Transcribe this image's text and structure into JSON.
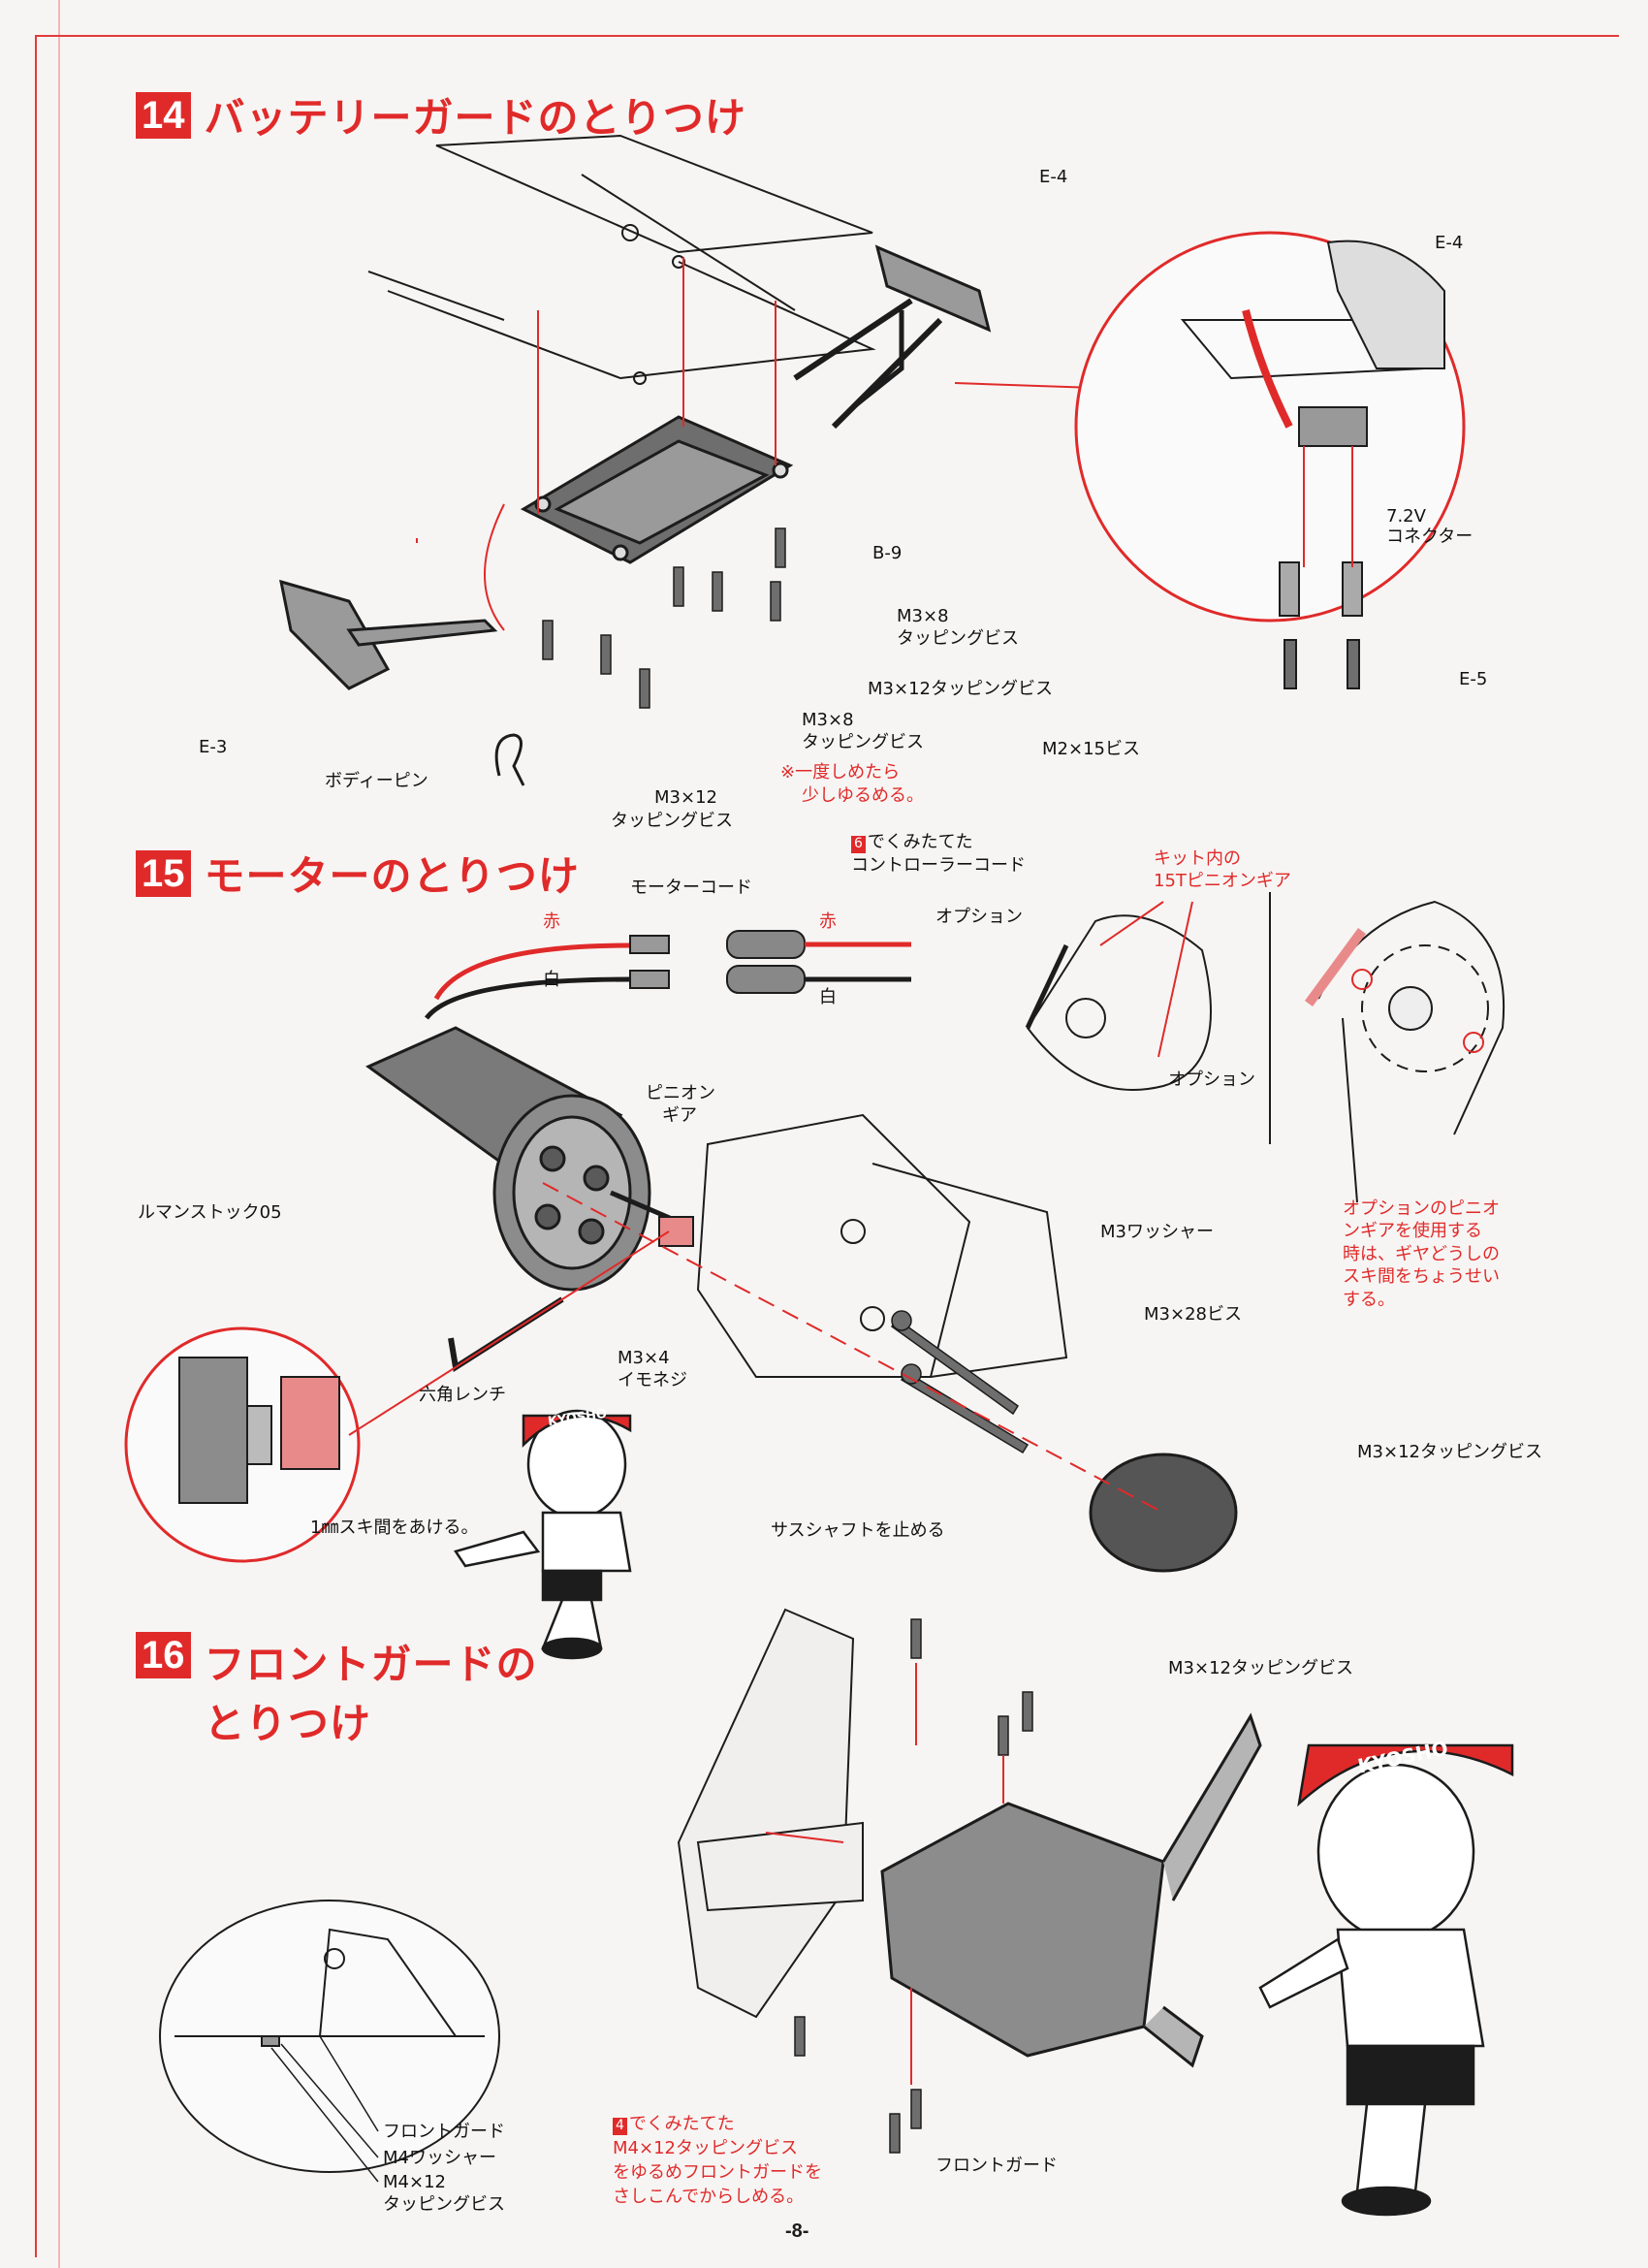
{
  "page": {
    "number": "-8-"
  },
  "section14": {
    "number": "14",
    "title": "バッテリーガードのとりつけ",
    "labels": {
      "e4_top": "E-4",
      "e4_circle": "E-4",
      "b9": "B-9",
      "e3": "E-3",
      "e5": "E-5",
      "connector_voltage": "7.2V",
      "connector": "コネクター",
      "m3x8_a_line1": "M3×8",
      "m3x8_a_line2": "タッピングビス",
      "m3x12_tap_right": "M3×12タッピングビス",
      "m3x8_b_line1": "M3×8",
      "m3x8_b_line2": "タッピングビス",
      "note_line1": "※一度しめたら",
      "note_line2": "少しゆるめる。",
      "m3x12_b_line1": "M3×12",
      "m3x12_b_line2": "タッピングビス",
      "body_pin": "ボディーピン",
      "m2x15": "M2×15ビス"
    }
  },
  "section15": {
    "number": "15",
    "title": "モーターのとりつけ",
    "labels": {
      "motor_cord": "モーターコード",
      "controller_ref": "6",
      "controller_line1": "でくみたてた",
      "controller_line2": "コントローラーコード",
      "red_left": "赤",
      "red_right": "赤",
      "white_left": "白",
      "white_right": "白",
      "pinion_line1": "ピニオン",
      "pinion_line2": "ギア",
      "motor_name": "ルマンストック05",
      "set_screw_line1": "M3×4",
      "set_screw_line2": "イモネジ",
      "hex_wrench": "六角レンチ",
      "gap": "1㎜スキ間をあける。",
      "m3_washer": "M3ワッシャー",
      "m3x28": "M3×28ビス",
      "m3x12_tap": "M3×12タッピングビス",
      "option_left": "オプション",
      "option_right": "オプション",
      "kit_pinion_line1": "キット内の",
      "kit_pinion_line2": "15Tピニオンギア",
      "option_note": "オプションのピニオ\nンギアを使用する\n時は、ギヤどうしの\nスキ間をちょうせい\nする。"
    }
  },
  "section16": {
    "number": "16",
    "title_line1": "フロントガードの",
    "title_line2": "とりつけ",
    "labels": {
      "susp_shaft": "サスシャフトを止める",
      "m3x12_tap": "M3×12タッピングビス",
      "front_guard_detail": "フロントガード",
      "m4_washer": "M4ワッシャー",
      "m4x12_line1": "M4×12",
      "m4x12_line2": "タッピングビス",
      "ref_num": "4",
      "assembled_line1": "でくみたてた",
      "assembled_line2": "M4×12タッピングビス",
      "assembled_line3": "をゆるめフロントガードを",
      "assembled_line4": "さしこんでからしめる。",
      "front_guard": "フロントガード"
    }
  },
  "mascot": {
    "cap_text": "KYOSHO"
  },
  "colors": {
    "accent": "#e02a2a",
    "line": "#1c1c1c",
    "part_gray": "#8a8a8a"
  }
}
